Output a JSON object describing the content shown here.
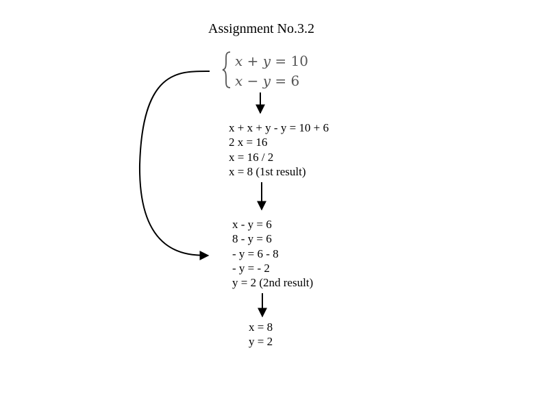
{
  "title": "Assignment No.3.2",
  "system": {
    "equations": [
      {
        "lhs": "x + y",
        "rhs": "10"
      },
      {
        "lhs": "x − y",
        "rhs": "6"
      }
    ]
  },
  "step_1": {
    "lines": [
      "x + x + y - y = 10 + 6",
      "2 x = 16",
      "x = 16 / 2",
      "x = 8 (1st result)"
    ]
  },
  "step_2": {
    "lines": [
      "x - y = 6",
      "8 - y = 6",
      "- y = 6 - 8",
      "- y = - 2",
      "y = 2 (2nd result)"
    ]
  },
  "final": {
    "lines": [
      "x = 8",
      "y = 2"
    ]
  },
  "colors": {
    "stroke": "#000000",
    "equation_text": "#555555"
  }
}
